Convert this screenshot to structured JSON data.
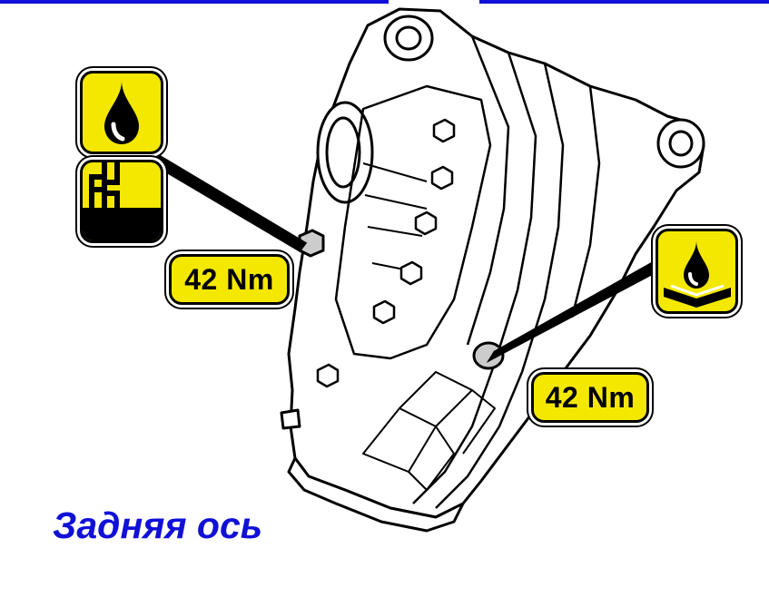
{
  "caption": "Задняя ось",
  "torque_labels": {
    "fill_plug": "42 Nm",
    "drain_plug": "42 Nm"
  },
  "icons": {
    "fill": "oil-drop-icon",
    "fill_location": "fill-level-plug-icon",
    "drain": "oil-drain-pan-icon"
  },
  "colors": {
    "label_fill": "#f4e800",
    "caption": "#1010d8",
    "accent_bar": "#1010d8"
  }
}
